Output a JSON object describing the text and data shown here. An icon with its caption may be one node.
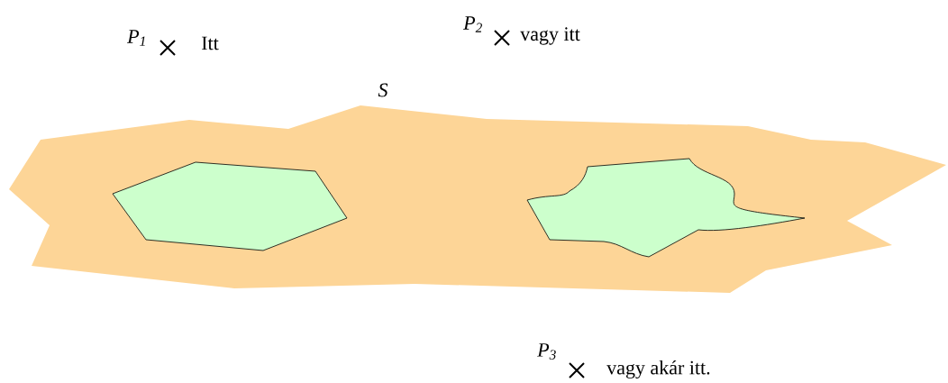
{
  "diagram": {
    "labels": [
      "P$_{1}$",
      "Itt",
      "P$_{2}$",
      "vagy itt",
      "S",
      "P$_{3}$",
      "vagy akár itt."
    ]
  }
}
